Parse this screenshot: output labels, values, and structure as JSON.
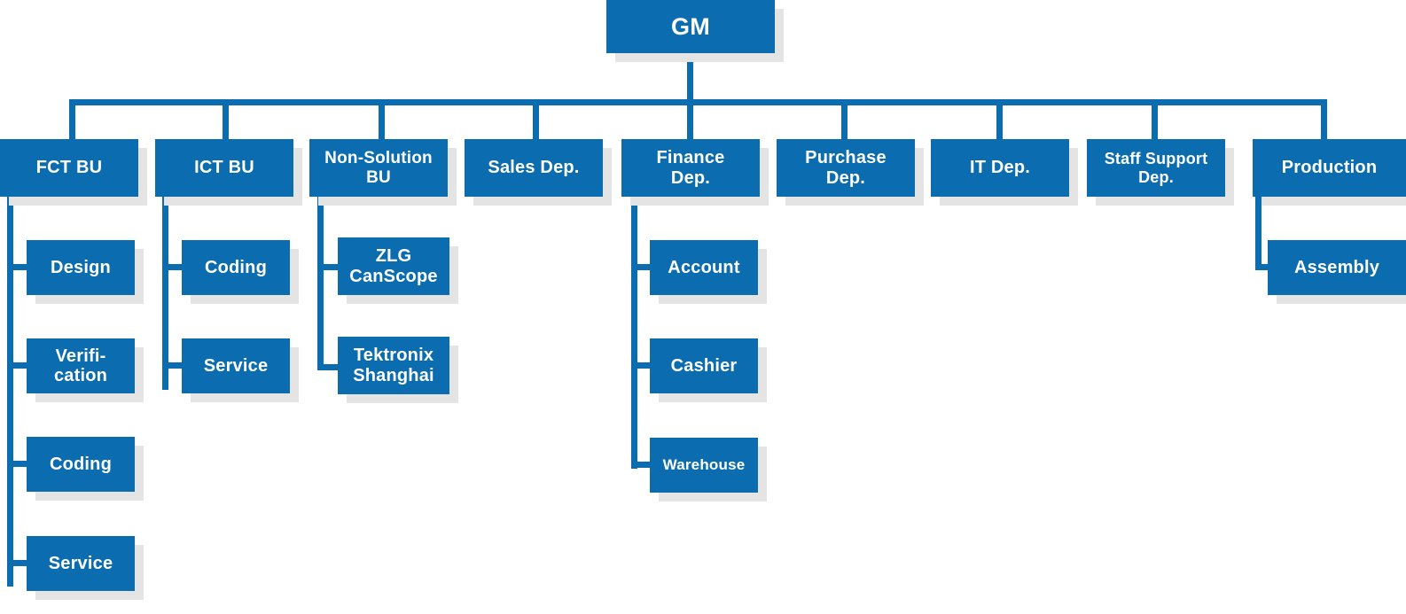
{
  "chart_data": {
    "type": "diagram",
    "diagram_kind": "organization-chart",
    "title": "",
    "colors": {
      "node_fill": "#0b6cb0",
      "node_text": "#ffffff",
      "connector": "#0b6cb0",
      "shadow": "#e4e4e4",
      "background": "#ffffff"
    },
    "root": "GM",
    "nodes": [
      "GM",
      "FCT BU",
      "ICT BU",
      "Non-Solution BU",
      "Sales Dep.",
      "Finance Dep.",
      "Purchase Dep.",
      "IT Dep.",
      "Staff Support Dep.",
      "Production",
      "Design",
      "Verifi-cation",
      "Coding",
      "Service",
      "Coding",
      "Service",
      "ZLG CanScope",
      "Tektronix Shanghai",
      "Account",
      "Cashier",
      "Warehouse",
      "Assembly"
    ],
    "edges": [
      [
        "GM",
        "FCT BU"
      ],
      [
        "GM",
        "ICT BU"
      ],
      [
        "GM",
        "Non-Solution BU"
      ],
      [
        "GM",
        "Sales Dep."
      ],
      [
        "GM",
        "Finance Dep."
      ],
      [
        "GM",
        "Purchase Dep."
      ],
      [
        "GM",
        "IT Dep."
      ],
      [
        "GM",
        "Staff Support Dep."
      ],
      [
        "GM",
        "Production"
      ],
      [
        "FCT BU",
        "Design"
      ],
      [
        "FCT BU",
        "Verifi-cation"
      ],
      [
        "FCT BU",
        "Coding"
      ],
      [
        "FCT BU",
        "Service"
      ],
      [
        "ICT BU",
        "Coding"
      ],
      [
        "ICT BU",
        "Service"
      ],
      [
        "Non-Solution BU",
        "ZLG CanScope"
      ],
      [
        "Non-Solution BU",
        "Tektronix Shanghai"
      ],
      [
        "Finance Dep.",
        "Account"
      ],
      [
        "Finance Dep.",
        "Cashier"
      ],
      [
        "Finance Dep.",
        "Warehouse"
      ],
      [
        "Production",
        "Assembly"
      ]
    ]
  },
  "root": {
    "label": "GM"
  },
  "departments": [
    {
      "label": "FCT BU"
    },
    {
      "label": "ICT BU"
    },
    {
      "label": "Non-Solution\nBU"
    },
    {
      "label": "Sales Dep."
    },
    {
      "label": "Finance\nDep."
    },
    {
      "label": "Purchase\nDep."
    },
    {
      "label": "IT Dep."
    },
    {
      "label": "Staff Support\nDep."
    },
    {
      "label": "Production"
    }
  ],
  "fct_children": [
    {
      "label": "Design"
    },
    {
      "label": "Verifi-\ncation"
    },
    {
      "label": "Coding"
    },
    {
      "label": "Service"
    }
  ],
  "ict_children": [
    {
      "label": "Coding"
    },
    {
      "label": "Service"
    }
  ],
  "nonsolution_children": [
    {
      "label": "ZLG\nCanScope"
    },
    {
      "label": "Tektronix\nShanghai"
    }
  ],
  "finance_children": [
    {
      "label": "Account"
    },
    {
      "label": "Cashier"
    },
    {
      "label": "Warehouse"
    }
  ],
  "production_children": [
    {
      "label": "Assembly"
    }
  ]
}
